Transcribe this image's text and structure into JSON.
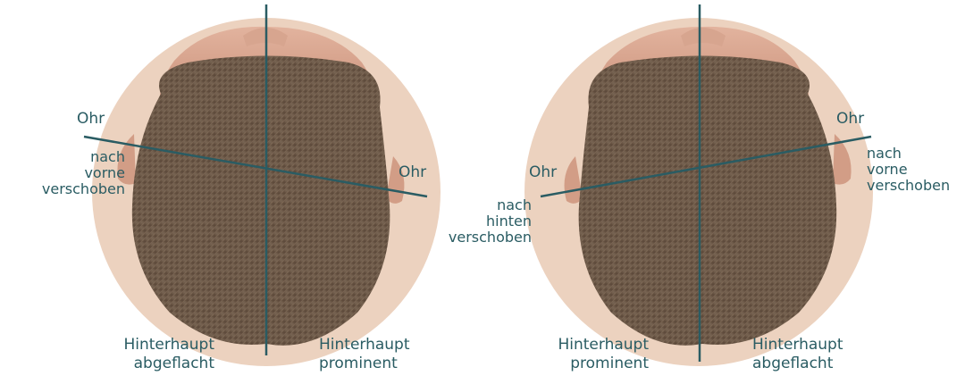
{
  "colors": {
    "background_circle": "#ecd2bf",
    "axis_line": "#2a5c63",
    "label_text": "#2a5c63",
    "hair": "#776453",
    "skin": "#d6a48e"
  },
  "left_head": {
    "ear_top_label": "Ohr",
    "ear_right_label": "Ohr",
    "shift_note": [
      "nach",
      "vorne",
      "verschoben"
    ],
    "occiput_left": [
      "Hinterhaupt",
      "abgeflacht"
    ],
    "occiput_right": [
      "Hinterhaupt",
      "prominent"
    ]
  },
  "center_note": [
    "nach",
    "hinten",
    "verschoben"
  ],
  "right_head": {
    "ear_left_label": "Ohr",
    "ear_right_label": "Ohr",
    "shift_note": [
      "nach",
      "vorne",
      "verschoben"
    ],
    "occiput_left": [
      "Hinterhaupt",
      "prominent"
    ],
    "occiput_right": [
      "Hinterhaupt",
      "abgeflacht"
    ]
  }
}
